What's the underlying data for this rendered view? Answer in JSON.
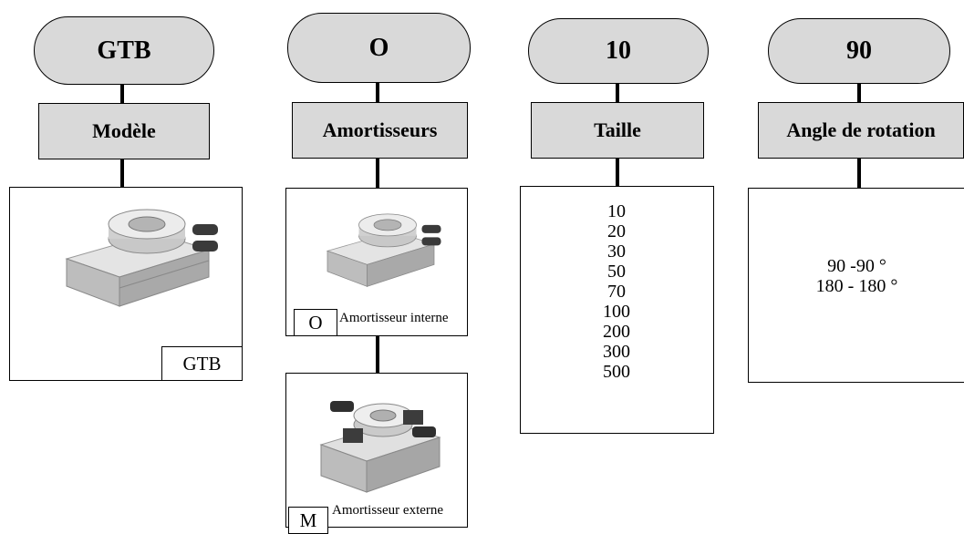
{
  "columns": [
    {
      "code": "GTB",
      "label": "Modèle",
      "option": {
        "code": "GTB",
        "icon": "rotary-actuator-image"
      }
    },
    {
      "code": "O",
      "label": "Amortisseurs",
      "options": [
        {
          "code": "O",
          "description": "Amortisseur interne",
          "icon": "rotary-actuator-internal-shock-image"
        },
        {
          "code": "M",
          "description": "Amortisseur externe",
          "icon": "rotary-actuator-external-shock-image"
        }
      ]
    },
    {
      "code": "10",
      "label": "Taille",
      "values": [
        "10",
        "20",
        "30",
        "50",
        "70",
        "100",
        "200",
        "300",
        "500"
      ]
    },
    {
      "code": "90",
      "label": "Angle de rotation",
      "values": [
        "90 -90 °",
        "180 - 180 °"
      ]
    }
  ],
  "colors": {
    "box_fill": "#d9d9d9",
    "line": "#000000"
  }
}
